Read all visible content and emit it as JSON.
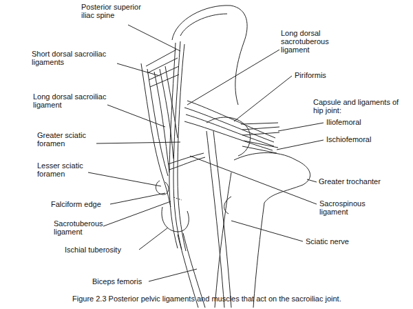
{
  "diagram": {
    "caption": "Figure 2.3 Posterior pelvic ligaments and muscles that act on the sacroiliac joint.",
    "labels": [
      "Posterior superior iliac spine",
      "Short dorsal sacroiliac ligaments",
      "Long dorsal sacroiliac ligament",
      "Greater sciatic foramen",
      "Lesser sciatic foramen",
      "Falciform edge",
      "Sacrotuberous ligament",
      "Ischial tuberosity",
      "Biceps femoris",
      "Long dorsal sacrotuberous ligament",
      "Piriformis",
      "Capsule and ligaments of hip joint:",
      "Iliofemoral",
      "Ischiofemoral",
      "Greater trochanter",
      "Sacrospinous ligament",
      "Sciatic nerve"
    ]
  }
}
